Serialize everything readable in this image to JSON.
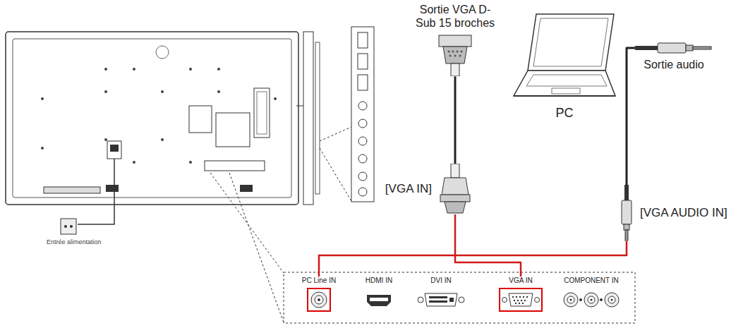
{
  "diagram": {
    "nodes": [
      {
        "text": [
          "Sortie VGA D-Sub 15 broches"
        ]
      },
      {
        "text": [
          "Sortie audio"
        ]
      },
      {
        "text": [
          "PC"
        ]
      },
      {
        "text": [
          "[VGA IN]"
        ]
      },
      {
        "text": [
          "[VGA AUDIO IN]"
        ]
      },
      {
        "text": [
          "PC Line IN"
        ]
      },
      {
        "text": [
          "HDMI IN"
        ]
      },
      {
        "text": [
          "DVI IN"
        ]
      },
      {
        "text": [
          "VGA IN"
        ]
      },
      {
        "text": [
          "COMPONENT IN"
        ]
      }
    ],
    "edges": [
      {
        "from": 0,
        "to": 3,
        "arrow": "none"
      },
      {
        "from": 1,
        "to": 4,
        "arrow": "none"
      },
      {
        "from": 3,
        "to": 8,
        "arrow": "none"
      },
      {
        "from": 4,
        "to": 5,
        "arrow": "none"
      }
    ],
    "labels": [
      "Entrée alimentation"
    ]
  }
}
